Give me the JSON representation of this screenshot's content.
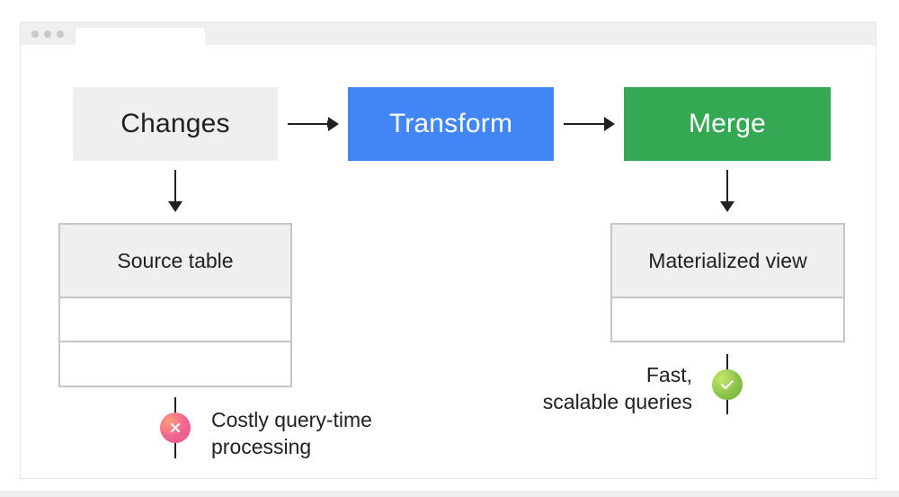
{
  "diagram": {
    "nodes": {
      "changes": "Changes",
      "transform": "Transform",
      "merge": "Merge"
    },
    "tables": {
      "source_table": "Source table",
      "materialized_view": "Materialized view"
    },
    "captions": {
      "costly_line1": "Costly query-time",
      "costly_line2": "processing",
      "fast_line1": "Fast,",
      "fast_line2": "scalable queries"
    },
    "icons": {
      "negative": "x-circle-icon",
      "positive": "check-circle-icon"
    },
    "colors": {
      "transform": "#4285f4",
      "merge": "#34a853",
      "changes": "#efefef"
    }
  }
}
